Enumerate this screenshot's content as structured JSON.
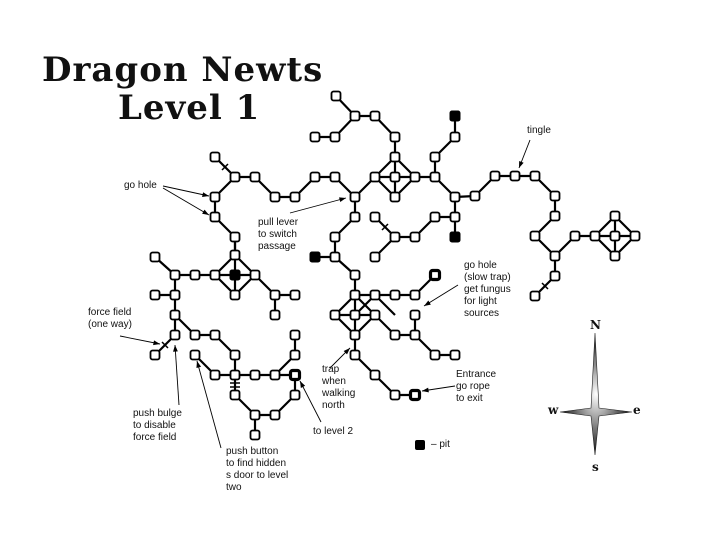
{
  "title": {
    "line1": "Dragon Newts",
    "line2": "Level 1"
  },
  "annotations": {
    "tingle": "tingle",
    "go_hole": "go hole",
    "pull_lever": "pull lever\nto switch\npassage",
    "force_field": "force field\n(one way)",
    "push_bulge": "push bulge\nto disable\nforce field",
    "push_button": "push button\nto find hidden\ns door to level\ntwo",
    "trap": "trap\nwhen\nwalking\nnorth",
    "to_level_2": "to level 2",
    "slow_trap": "go hole\n(slow trap)\nget fungus\nfor light\nsources",
    "entrance": "Entrance\ngo rope\nto exit"
  },
  "legend": {
    "pit_label": "– pit",
    "pit_icon": "pit-square-icon"
  },
  "compass": {
    "n": "N",
    "s": "s",
    "w": "w",
    "e": "e",
    "icon": "compass-rose-icon"
  },
  "colors": {
    "ink": "#000000",
    "room": "#ffffff",
    "pit": "#000000"
  }
}
